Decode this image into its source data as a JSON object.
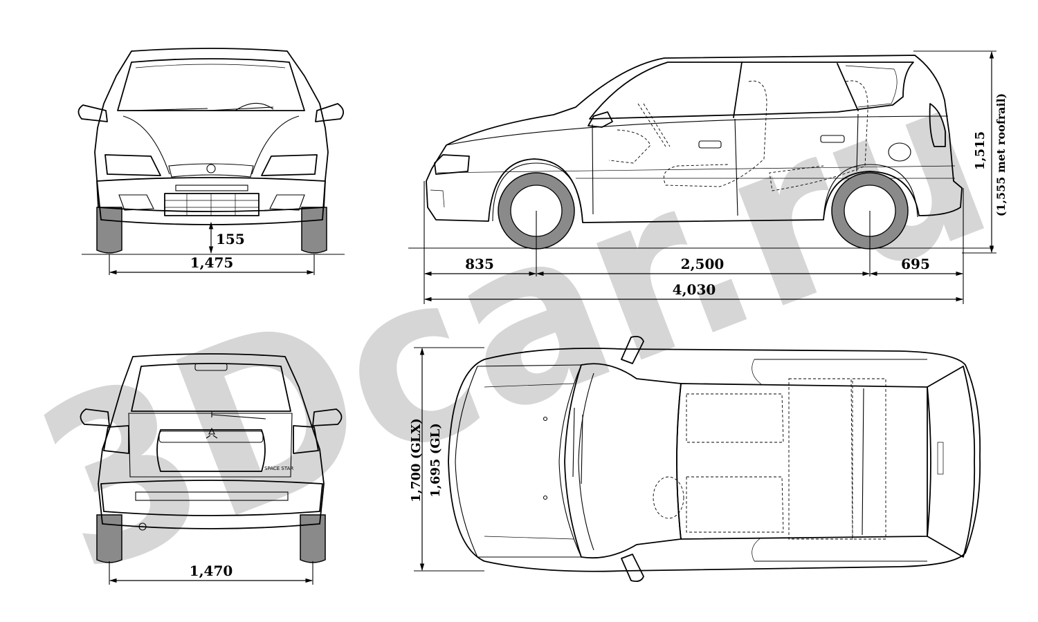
{
  "watermark": "3Dcar.ru",
  "dimensions": {
    "front_track": "1,475",
    "ground_clearance": "155",
    "rear_track": "1,470",
    "front_overhang": "835",
    "wheelbase": "2,500",
    "rear_overhang": "695",
    "overall_length": "4,030",
    "height": "1,515",
    "height_roofrail": "(1,555 met roofrail)",
    "width_glx": "1,700 (GLX)",
    "width_gl": "1,695 (GL)"
  },
  "badge": {
    "rear_model": "SPACE STAR"
  }
}
